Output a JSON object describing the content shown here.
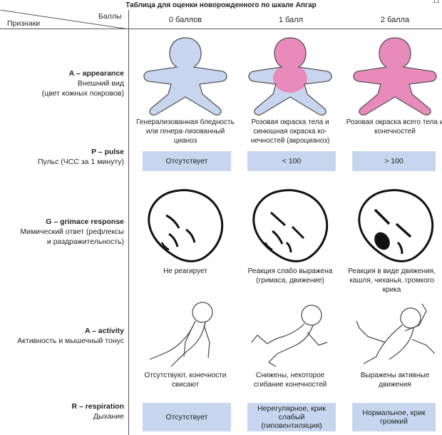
{
  "title": "Таблица для оценки новорожденного по шкале Апгар",
  "page_number": "12",
  "header": {
    "signs_label": "Признаки",
    "score_label": "Баллы",
    "columns": [
      "0 баллов",
      "1 балл",
      "2 балла"
    ]
  },
  "criteria": [
    {
      "name": "A – appearance",
      "desc": [
        "Внешний вид",
        "(цвет кожных покровов)"
      ],
      "scores": [
        "Генерализованная бледность или генера-лизованный цианоз",
        "Розовая окраска тела и синюшная окраска ко-нечностей (акроцианоз)",
        "Розовая окраска всего тела и конечностей"
      ]
    },
    {
      "name": "P – pulse",
      "desc": [
        "Пульс (ЧСС за 1 минуту)"
      ],
      "scores": [
        "Отсутствует",
        "< 100",
        "> 100"
      ]
    },
    {
      "name": "G – grimace response",
      "desc": [
        "Мимический ответ (рефлексы",
        "и раздражительность)"
      ],
      "scores": [
        "Не реагирует",
        "Реакция слабо выражена (гримаса, движение)",
        "Реакция в виде движения, кашля, чиханья, громкого крика"
      ]
    },
    {
      "name": "A – activity",
      "desc": [
        "Активность и мышечный тонус"
      ],
      "scores": [
        "Отсутствуют, конечности свисают",
        "Снижены, некоторое сгибание конечностей",
        "Выражены активные движения"
      ]
    },
    {
      "name": "R – respiration",
      "desc": [
        "Дыхание"
      ],
      "scores": [
        "Отсутствует",
        "Нерегулярное, крик слабый (гиповентиляция)",
        "Нормальное, крик громкий"
      ]
    }
  ],
  "colors": {
    "blue_fill": "#c7d6ee",
    "pink_fill": "#e88bbb",
    "body_outline": "#555555"
  }
}
